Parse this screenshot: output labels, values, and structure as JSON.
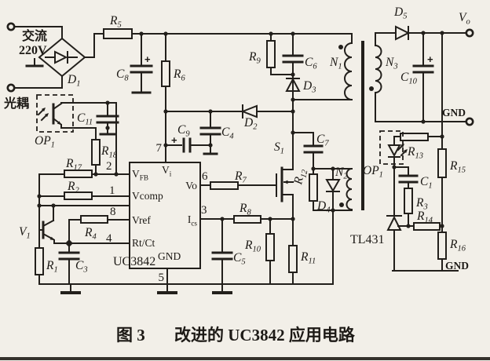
{
  "colors": {
    "ink": "#221f1b",
    "paper": "#f2efe8",
    "border_bar": "#35322c"
  },
  "labels": {
    "ac1": "交流",
    "ac2": "220V",
    "opto_cn": "光耦",
    "d1": {
      "m": "D",
      "s": "1"
    },
    "r5": {
      "m": "R",
      "s": "5"
    },
    "c8": {
      "m": "C",
      "s": "8"
    },
    "r6": {
      "m": "R",
      "s": "6"
    },
    "c9": {
      "m": "C",
      "s": "9"
    },
    "c4": {
      "m": "C",
      "s": "4"
    },
    "d2": {
      "m": "D",
      "s": "2"
    },
    "r9": {
      "m": "R",
      "s": "9"
    },
    "c6": {
      "m": "C",
      "s": "6"
    },
    "d3": {
      "m": "D",
      "s": "3"
    },
    "n1": {
      "m": "N",
      "s": "1"
    },
    "d5": {
      "m": "D",
      "s": "5"
    },
    "n3": {
      "m": "N",
      "s": "3"
    },
    "c10": {
      "m": "C",
      "s": "10"
    },
    "vo": {
      "m": "V",
      "s": "o"
    },
    "gnd_right": "GND",
    "gnd_bottom_right": "GND",
    "s1": {
      "m": "S",
      "s": "1"
    },
    "c7": {
      "m": "C",
      "s": "7"
    },
    "r12": {
      "m": "R",
      "s": "12"
    },
    "d4": {
      "m": "D",
      "s": "4"
    },
    "n2": {
      "m": "N",
      "s": "2"
    },
    "r7": {
      "m": "R",
      "s": "7"
    },
    "r8": {
      "m": "R",
      "s": "8"
    },
    "c5": {
      "m": "C",
      "s": "5"
    },
    "r10": {
      "m": "R",
      "s": "10"
    },
    "r11": {
      "m": "R",
      "s": "11"
    },
    "r13": {
      "m": "R",
      "s": "13"
    },
    "r15": {
      "m": "R",
      "s": "15"
    },
    "c1": {
      "m": "C",
      "s": "1"
    },
    "r3": {
      "m": "R",
      "s": "3"
    },
    "r14": {
      "m": "R",
      "s": "14"
    },
    "r16": {
      "m": "R",
      "s": "16"
    },
    "tl431": "TL431",
    "op1_right": {
      "m": "OP",
      "s": "1"
    },
    "op1_left": {
      "m": "OP",
      "s": "1"
    },
    "c11": {
      "m": "C",
      "s": "11"
    },
    "r18": {
      "m": "R",
      "s": "18"
    },
    "r17": {
      "m": "R",
      "s": "17"
    },
    "r2": {
      "m": "R",
      "s": "2"
    },
    "v1": {
      "m": "V",
      "s": "1"
    },
    "r1": {
      "m": "R",
      "s": "1"
    },
    "c3": {
      "m": "C",
      "s": "3"
    },
    "r4": {
      "m": "R",
      "s": "4"
    },
    "plus": "+"
  },
  "ic": {
    "name": "UC3842",
    "pin_vi": {
      "m": "V",
      "s": "i"
    },
    "pin_vfb": {
      "m": "V",
      "s": "FB"
    },
    "pin_vcomp": "Vcomp",
    "pin_vref": "Vref",
    "pin_rtct": "Rt/Ct",
    "pin_vo": "Vo",
    "pin_ics": {
      "m": "I",
      "s": "cs"
    },
    "pin_gnd": "GND",
    "num7": "7",
    "num2": "2",
    "num1": "1",
    "num8": "8",
    "num4": "4",
    "num5": "5",
    "num6": "6",
    "num3": "3"
  },
  "caption": {
    "prefix": "图 3",
    "text": "改进的 UC3842 应用电路"
  }
}
